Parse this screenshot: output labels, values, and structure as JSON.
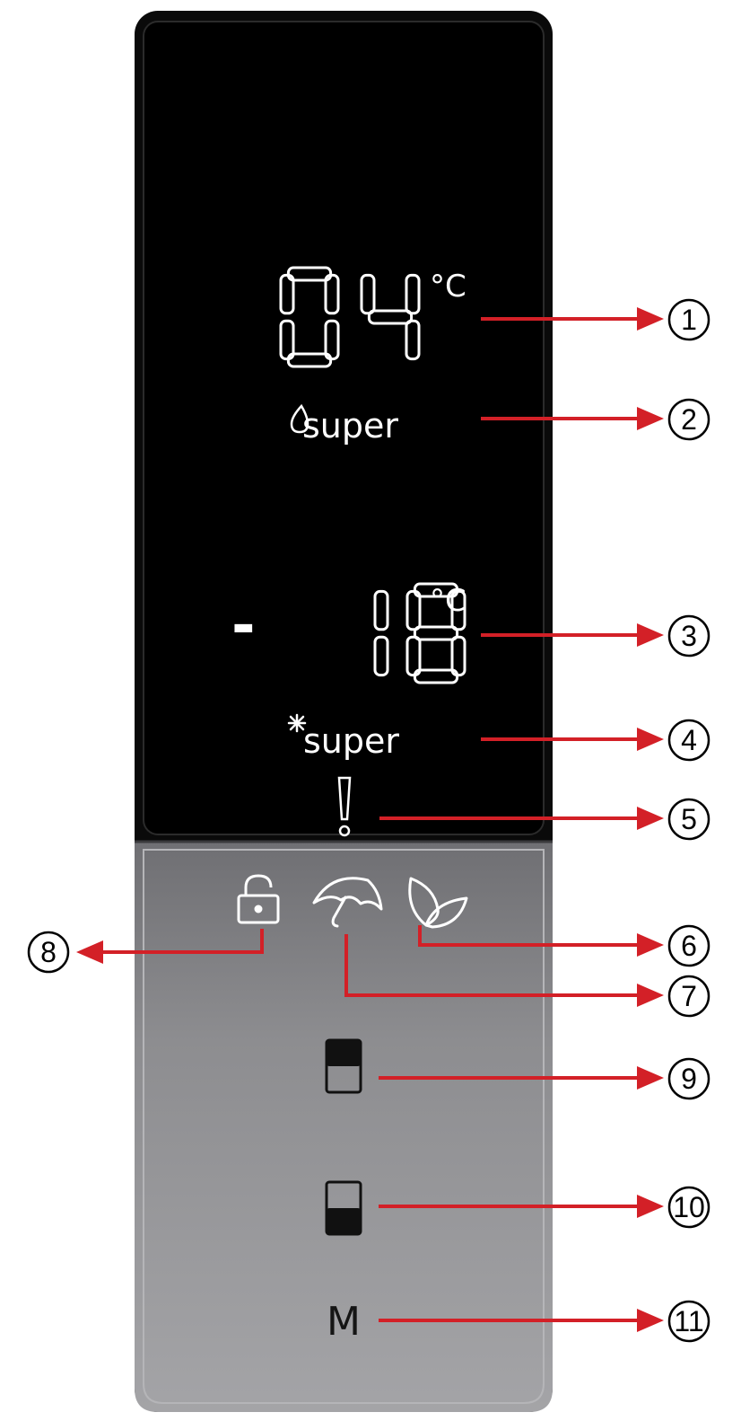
{
  "display": {
    "fridge_temp": "04",
    "freezer_sign": "-",
    "freezer_temp": "18",
    "unit": "°C",
    "fridge_super_label": "super",
    "freezer_super_label": "super",
    "alarm_symbol": "!"
  },
  "controls": {
    "mode_button_label": "M"
  },
  "callouts": [
    "1",
    "2",
    "3",
    "4",
    "5",
    "6",
    "7",
    "8",
    "9",
    "10",
    "11"
  ],
  "colors": {
    "display_bg": "#000000",
    "segment_on": "#ffffff",
    "callout_red": "#d32027",
    "control_panel": "#8b8b8e"
  },
  "icons": {
    "fridge_super": "water-drop-icon",
    "freezer_super": "snowflake-icon",
    "alarm": "alarm-icon",
    "lock": "lock-icon",
    "holiday": "umbrella-icon",
    "eco": "leaf-icon",
    "fridge_select": "fridge-select-icon",
    "freezer_select": "freezer-select-icon"
  }
}
